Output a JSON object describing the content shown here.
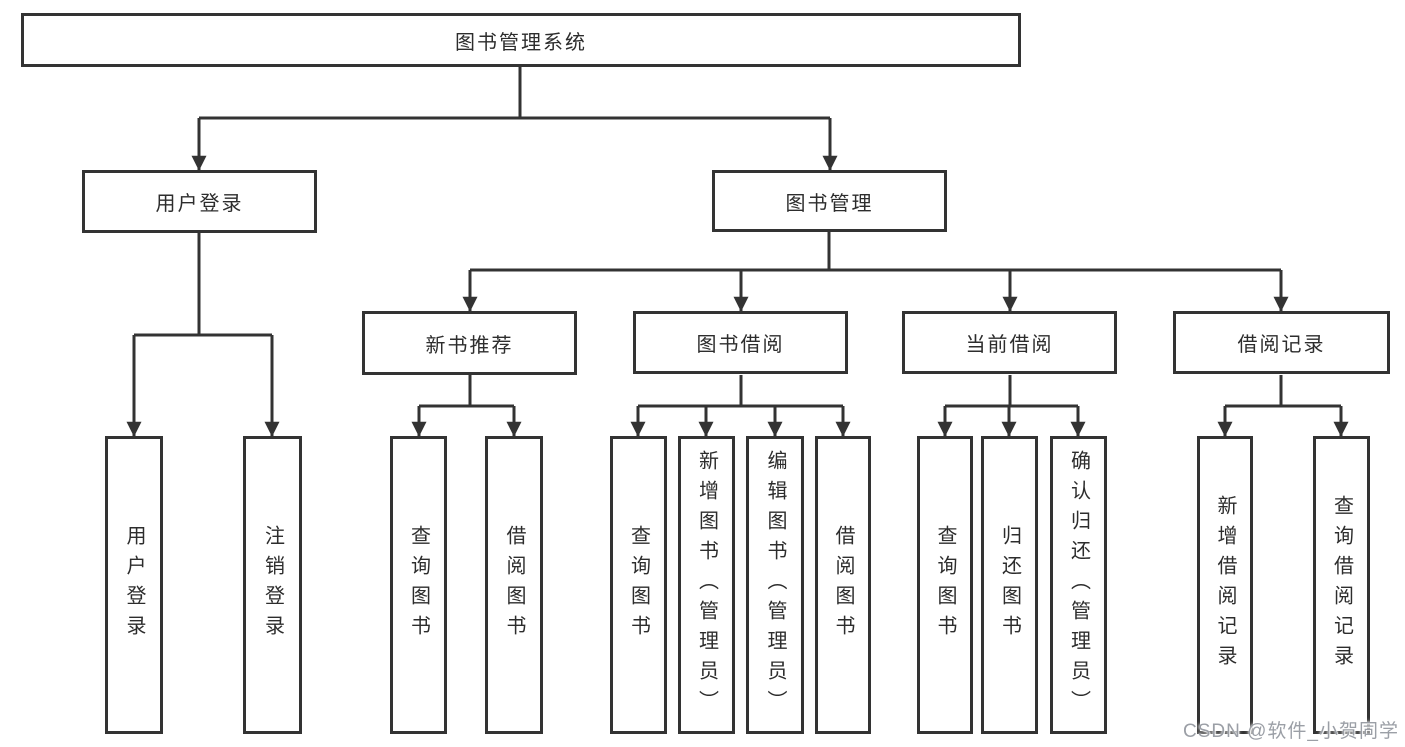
{
  "diagram": {
    "root": "图书管理系统",
    "level2": [
      "用户登录",
      "图书管理"
    ],
    "level3": [
      "新书推荐",
      "图书借阅",
      "当前借阅",
      "借阅记录"
    ],
    "leaves": [
      "用户登录",
      "注销登录",
      "查询图书",
      "借阅图书",
      "查询图书",
      "新增图书（管理员）",
      "编辑图书（管理员）",
      "借阅图书",
      "查询图书",
      "归还图书",
      "确认归还（管理员）",
      "新增借阅记录",
      "查询借阅记录"
    ]
  },
  "watermark": "CSDN @软件_小贺同学",
  "colors": {
    "line": "#333333",
    "box_border": "#333333",
    "text": "#2d2d2d",
    "background": "#ffffff",
    "watermark": "#9b9fa6"
  }
}
